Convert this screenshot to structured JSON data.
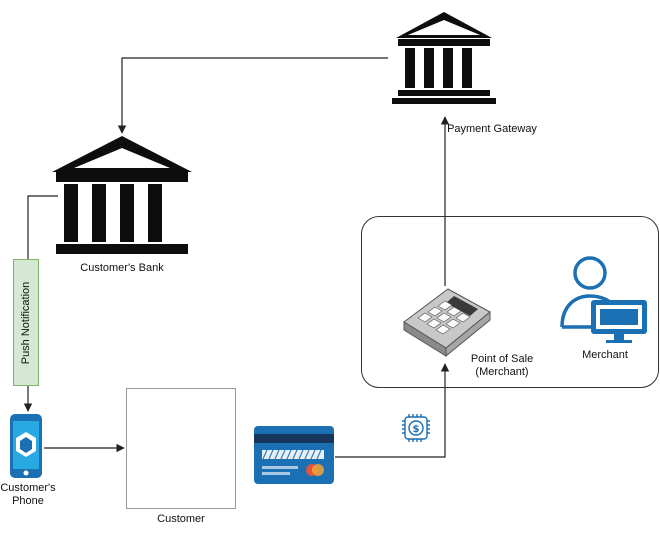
{
  "nodes": {
    "payment_gateway": {
      "label": "Payment Gateway",
      "icon": "bank-building-icon"
    },
    "customers_bank": {
      "label": "Customer's Bank",
      "icon": "bank-building-icon"
    },
    "customers_phone": {
      "label_line1": "Customer's",
      "label_line2": "Phone",
      "icon": "smartphone-icon"
    },
    "customer": {
      "label": "Customer",
      "icon": "person-icon"
    },
    "point_of_sale": {
      "label_line1": "Point of Sale",
      "label_line2": "(Merchant)",
      "icon": "pos-terminal-icon"
    },
    "merchant": {
      "label": "Merchant",
      "icon": "person-computer-icon"
    },
    "credit_card": {
      "icon": "credit-card-icon"
    },
    "chip": {
      "icon": "dollar-chip-icon"
    }
  },
  "edges": {
    "push_notification": {
      "label": "Push Notification"
    }
  },
  "colors": {
    "line": "#222222",
    "icon_dark": "#0d0d0d",
    "accent_blue": "#1b6fb3",
    "phone_cyan": "#29a9e1",
    "push_fill": "#d5e8d4",
    "push_border": "#82b366"
  }
}
